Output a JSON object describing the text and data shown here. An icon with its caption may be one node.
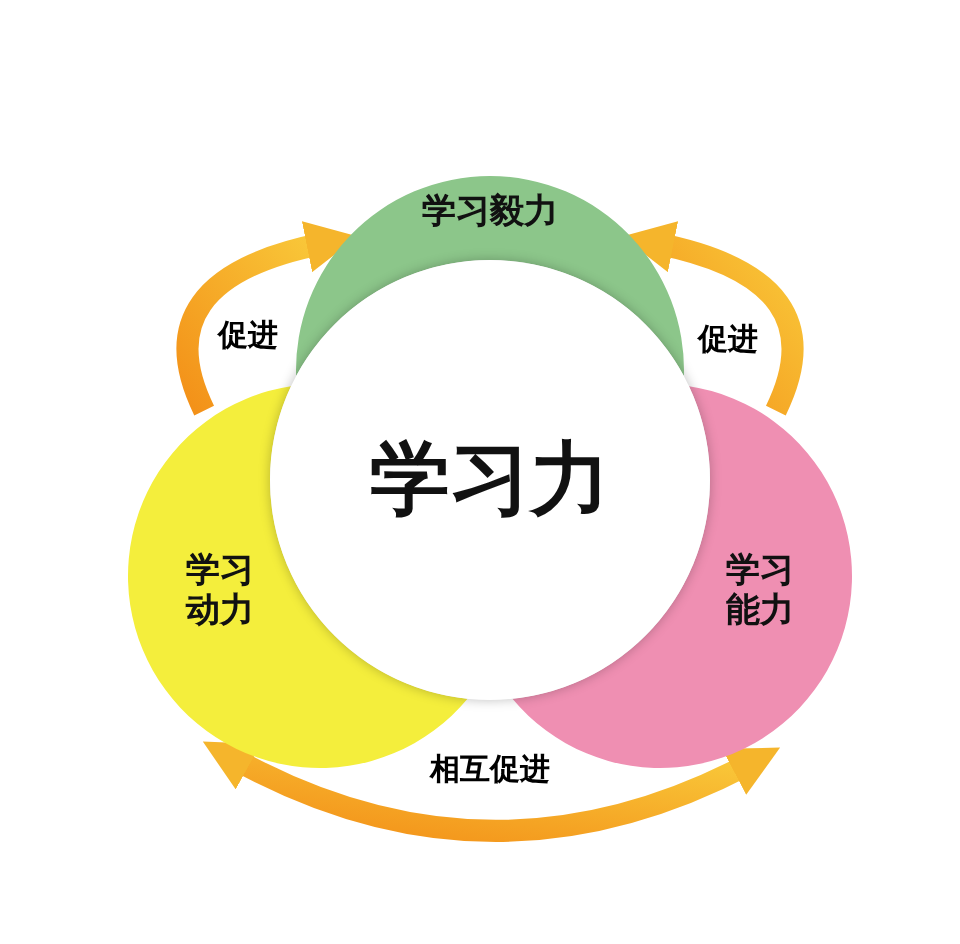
{
  "diagram": {
    "nodes": [
      {
        "text": [
          "学习毅力"
        ]
      },
      {
        "text": [
          "学习动力"
        ]
      },
      {
        "text": [
          "学习力"
        ]
      },
      {
        "text": [
          "学习能力"
        ]
      }
    ],
    "edges": [
      {
        "from": 1,
        "to": 0,
        "arrow": "to",
        "label": "促进"
      },
      {
        "from": 3,
        "to": 0,
        "arrow": "to",
        "label": "促进"
      },
      {
        "from": 1,
        "to": 3,
        "arrow": "both",
        "label": "相互促进"
      }
    ]
  }
}
